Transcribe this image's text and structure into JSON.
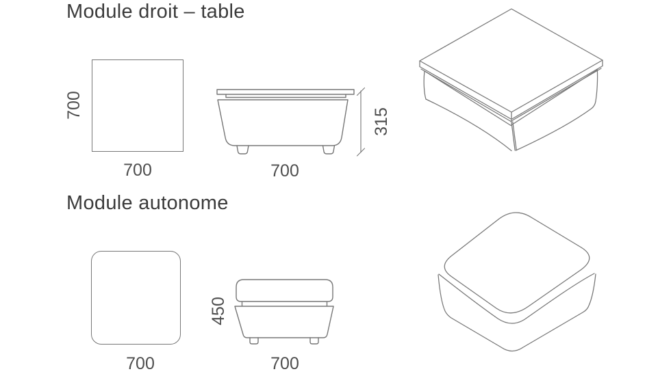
{
  "colors": {
    "background": "#ffffff",
    "line": "#767676",
    "title_text": "#3a3a3a",
    "dimension_text": "#4e4e4e"
  },
  "sections": [
    {
      "title": "Module droit – table",
      "plan": {
        "depth_label": "700",
        "width_label": "700"
      },
      "elevation": {
        "width_label": "700",
        "height_label": "315"
      }
    },
    {
      "title": "Module autonome",
      "plan": {
        "width_label": "700"
      },
      "elevation": {
        "width_label": "700",
        "height_label": "450"
      }
    }
  ]
}
